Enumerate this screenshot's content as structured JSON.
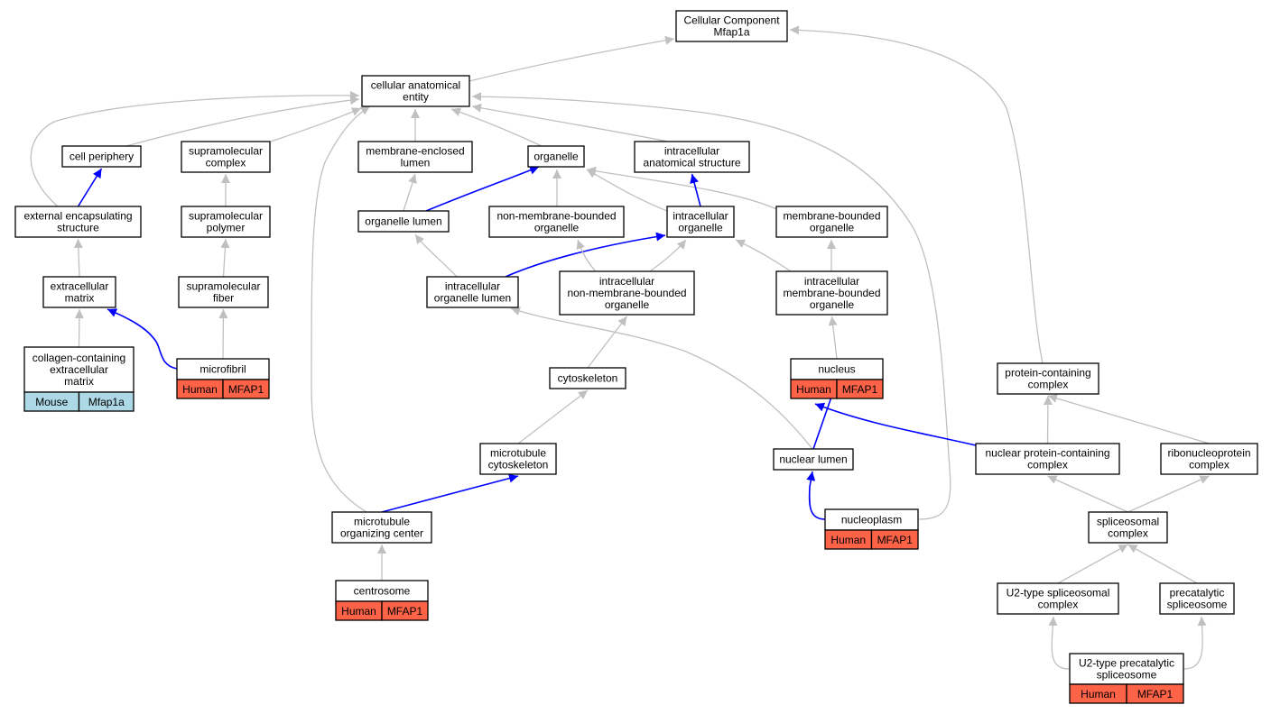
{
  "colors": {
    "human": "#ff6347",
    "mouse": "#add8e6",
    "edge_gray": "#c0c0c0",
    "edge_blue": "#0000ff",
    "node_border": "#000000"
  },
  "nodes": [
    {
      "id": "root",
      "lines": [
        "Cellular Component",
        "Mfap1a"
      ]
    },
    {
      "id": "cae",
      "lines": [
        "cellular anatomical",
        "entity"
      ]
    },
    {
      "id": "periphery",
      "lines": [
        "cell periphery"
      ]
    },
    {
      "id": "supcomplex",
      "lines": [
        "supramolecular",
        "complex"
      ]
    },
    {
      "id": "melumen",
      "lines": [
        "membrane-enclosed",
        "lumen"
      ]
    },
    {
      "id": "organelle",
      "lines": [
        "organelle"
      ]
    },
    {
      "id": "ias",
      "lines": [
        "intracellular",
        "anatomical structure"
      ]
    },
    {
      "id": "ext",
      "lines": [
        "external encapsulating",
        "structure"
      ]
    },
    {
      "id": "suppoly",
      "lines": [
        "supramolecular",
        "polymer"
      ]
    },
    {
      "id": "orglumen",
      "lines": [
        "organelle lumen"
      ]
    },
    {
      "id": "nmbo",
      "lines": [
        "non-membrane-bounded",
        "organelle"
      ]
    },
    {
      "id": "iorg",
      "lines": [
        "intracellular",
        "organelle"
      ]
    },
    {
      "id": "mbo",
      "lines": [
        "membrane-bounded",
        "organelle"
      ]
    },
    {
      "id": "ecm",
      "lines": [
        "extracellular",
        "matrix"
      ]
    },
    {
      "id": "supfiber",
      "lines": [
        "supramolecular",
        "fiber"
      ]
    },
    {
      "id": "iol",
      "lines": [
        "intracellular",
        "organelle lumen"
      ]
    },
    {
      "id": "inmbo",
      "lines": [
        "intracellular",
        "non-membrane-bounded",
        "organelle"
      ]
    },
    {
      "id": "imbo",
      "lines": [
        "intracellular",
        "membrane-bounded",
        "organelle"
      ]
    },
    {
      "id": "collagen",
      "lines": [
        "collagen-containing",
        "extracellular",
        "matrix"
      ],
      "tags": [
        "Mouse",
        "Mfap1a"
      ],
      "species": "mouse"
    },
    {
      "id": "microfibril",
      "lines": [
        "microfibril"
      ],
      "tags": [
        "Human",
        "MFAP1"
      ],
      "species": "human"
    },
    {
      "id": "cytoskeleton",
      "lines": [
        "cytoskeleton"
      ]
    },
    {
      "id": "nucleus",
      "lines": [
        "nucleus"
      ],
      "tags": [
        "Human",
        "MFAP1"
      ],
      "species": "human"
    },
    {
      "id": "pcc",
      "lines": [
        "protein-containing",
        "complex"
      ]
    },
    {
      "id": "mtcyto",
      "lines": [
        "microtubule",
        "cytoskeleton"
      ]
    },
    {
      "id": "nuclumen",
      "lines": [
        "nuclear lumen"
      ]
    },
    {
      "id": "npcc",
      "lines": [
        "nuclear protein-containing",
        "complex"
      ]
    },
    {
      "id": "rnp",
      "lines": [
        "ribonucleoprotein",
        "complex"
      ]
    },
    {
      "id": "mtoc",
      "lines": [
        "microtubule",
        "organizing center"
      ]
    },
    {
      "id": "nucleoplasm",
      "lines": [
        "nucleoplasm"
      ],
      "tags": [
        "Human",
        "MFAP1"
      ],
      "species": "human"
    },
    {
      "id": "spliceo",
      "lines": [
        "spliceosomal",
        "complex"
      ]
    },
    {
      "id": "centrosome",
      "lines": [
        "centrosome"
      ],
      "tags": [
        "Human",
        "MFAP1"
      ],
      "species": "human"
    },
    {
      "id": "u2",
      "lines": [
        "U2-type spliceosomal",
        "complex"
      ]
    },
    {
      "id": "precat",
      "lines": [
        "precatalytic",
        "spliceosome"
      ]
    },
    {
      "id": "u2pre",
      "lines": [
        "U2-type precatalytic",
        "spliceosome"
      ],
      "tags": [
        "Human",
        "MFAP1"
      ],
      "species": "human"
    }
  ],
  "edges": [
    {
      "from": "cae",
      "to": "root",
      "kind": "is_a"
    },
    {
      "from": "pcc",
      "to": "root",
      "kind": "is_a"
    },
    {
      "from": "periphery",
      "to": "cae",
      "kind": "is_a"
    },
    {
      "from": "ext",
      "to": "cae",
      "kind": "is_a"
    },
    {
      "from": "supcomplex",
      "to": "cae",
      "kind": "is_a"
    },
    {
      "from": "mtoc",
      "to": "cae",
      "kind": "is_a"
    },
    {
      "from": "melumen",
      "to": "cae",
      "kind": "is_a"
    },
    {
      "from": "organelle",
      "to": "cae",
      "kind": "is_a"
    },
    {
      "from": "ias",
      "to": "cae",
      "kind": "is_a"
    },
    {
      "from": "nucleoplasm",
      "to": "cae",
      "kind": "is_a"
    },
    {
      "from": "ext",
      "to": "periphery",
      "kind": "part_of"
    },
    {
      "from": "suppoly",
      "to": "supcomplex",
      "kind": "is_a"
    },
    {
      "from": "orglumen",
      "to": "melumen",
      "kind": "is_a"
    },
    {
      "from": "orglumen",
      "to": "organelle",
      "kind": "part_of"
    },
    {
      "from": "nmbo",
      "to": "organelle",
      "kind": "is_a"
    },
    {
      "from": "iorg",
      "to": "organelle",
      "kind": "is_a"
    },
    {
      "from": "mbo",
      "to": "organelle",
      "kind": "is_a"
    },
    {
      "from": "iorg",
      "to": "ias",
      "kind": "part_of"
    },
    {
      "from": "ecm",
      "to": "ext",
      "kind": "is_a"
    },
    {
      "from": "supfiber",
      "to": "suppoly",
      "kind": "is_a"
    },
    {
      "from": "iol",
      "to": "orglumen",
      "kind": "is_a"
    },
    {
      "from": "iol",
      "to": "iorg",
      "kind": "part_of"
    },
    {
      "from": "inmbo",
      "to": "nmbo",
      "kind": "is_a"
    },
    {
      "from": "inmbo",
      "to": "iorg",
      "kind": "is_a"
    },
    {
      "from": "imbo",
      "to": "iorg",
      "kind": "is_a"
    },
    {
      "from": "imbo",
      "to": "mbo",
      "kind": "is_a"
    },
    {
      "from": "collagen",
      "to": "ecm",
      "kind": "is_a"
    },
    {
      "from": "microfibril",
      "to": "ecm",
      "kind": "part_of"
    },
    {
      "from": "microfibril",
      "to": "supfiber",
      "kind": "is_a"
    },
    {
      "from": "cytoskeleton",
      "to": "inmbo",
      "kind": "is_a"
    },
    {
      "from": "nucleus",
      "to": "imbo",
      "kind": "is_a"
    },
    {
      "from": "nuclumen",
      "to": "iol",
      "kind": "is_a"
    },
    {
      "from": "mtcyto",
      "to": "cytoskeleton",
      "kind": "is_a"
    },
    {
      "from": "nuclumen",
      "to": "nucleus",
      "kind": "part_of"
    },
    {
      "from": "npcc",
      "to": "nucleus",
      "kind": "part_of"
    },
    {
      "from": "npcc",
      "to": "pcc",
      "kind": "is_a"
    },
    {
      "from": "rnp",
      "to": "pcc",
      "kind": "is_a"
    },
    {
      "from": "mtoc",
      "to": "mtcyto",
      "kind": "part_of"
    },
    {
      "from": "nucleoplasm",
      "to": "nuclumen",
      "kind": "part_of"
    },
    {
      "from": "spliceo",
      "to": "npcc",
      "kind": "is_a"
    },
    {
      "from": "spliceo",
      "to": "rnp",
      "kind": "is_a"
    },
    {
      "from": "centrosome",
      "to": "mtoc",
      "kind": "is_a"
    },
    {
      "from": "u2",
      "to": "spliceo",
      "kind": "is_a"
    },
    {
      "from": "precat",
      "to": "spliceo",
      "kind": "is_a"
    },
    {
      "from": "u2pre",
      "to": "u2",
      "kind": "is_a"
    },
    {
      "from": "u2pre",
      "to": "precat",
      "kind": "is_a"
    }
  ]
}
